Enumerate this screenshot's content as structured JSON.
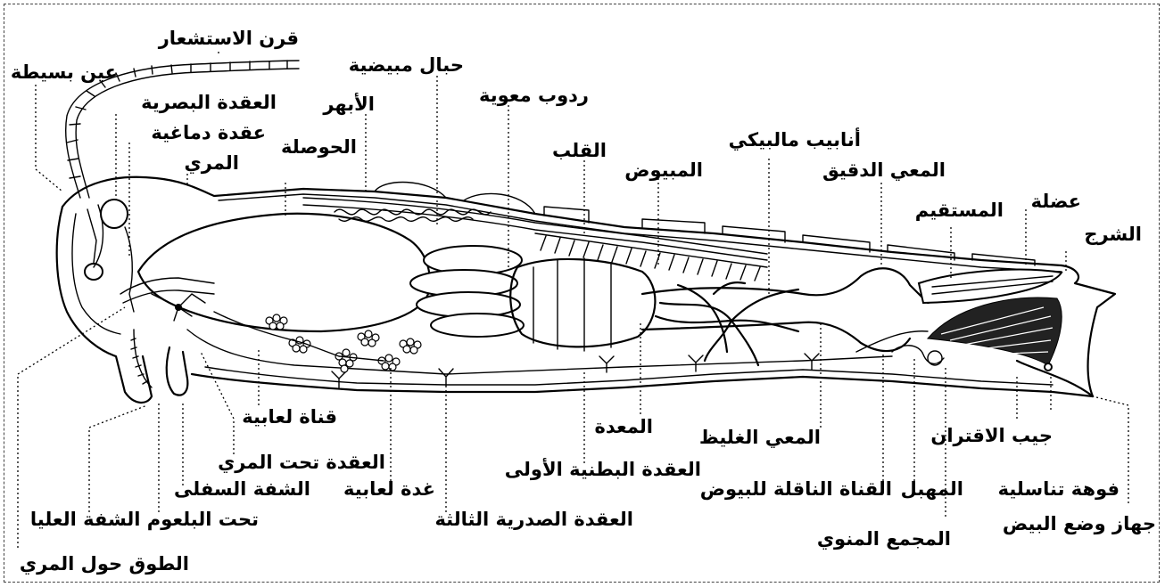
{
  "labels": {
    "antenna": "قرن الاستشعار",
    "simple_eye": "عين بسيطة",
    "optic_ganglion": "العقدة البصرية",
    "brain_ganglion": "عقدة دماغية",
    "esophagus": "المري",
    "crop": "الحوصلة",
    "aorta": "الأبهر",
    "ovarioles": "حبال مبيضية",
    "gastric_caeca": "ردوب معوية",
    "heart": "القلب",
    "ovaries": "المبيوض",
    "malpighian_tubules": "أنابيب مالبيكي",
    "small_intestine": "المعي الدقيق",
    "rectum": "المستقيم",
    "muscle": "عضلة",
    "anus": "الشرج",
    "salivary_duct": "قناة لعابية",
    "subesophageal_ganglion": "العقدة تحت المري",
    "lower_lip": "الشفة السفلى",
    "hypopharynx_upper_lip": "تحت البلعوم الشفة العليا",
    "circumesophageal_collar": "الطوق حول المري",
    "salivary_gland": "غدة لعابية",
    "third_thoracic_ganglion": "العقدة الصدرية الثالثة",
    "first_abdominal_ganglion": "العقدة البطنية الأولى",
    "stomach": "المعدة",
    "large_intestine": "المعي الغليظ",
    "oviduct": "القناة الناقلة للبيوض",
    "vagina": "المهبل",
    "seminal_receptacle": "المجمع المنوي",
    "copulatory_pouch": "جيب الاقتران",
    "genital_opening": "فوهة تناسلية",
    "ovipositor": "جهاز وضع البيض"
  }
}
